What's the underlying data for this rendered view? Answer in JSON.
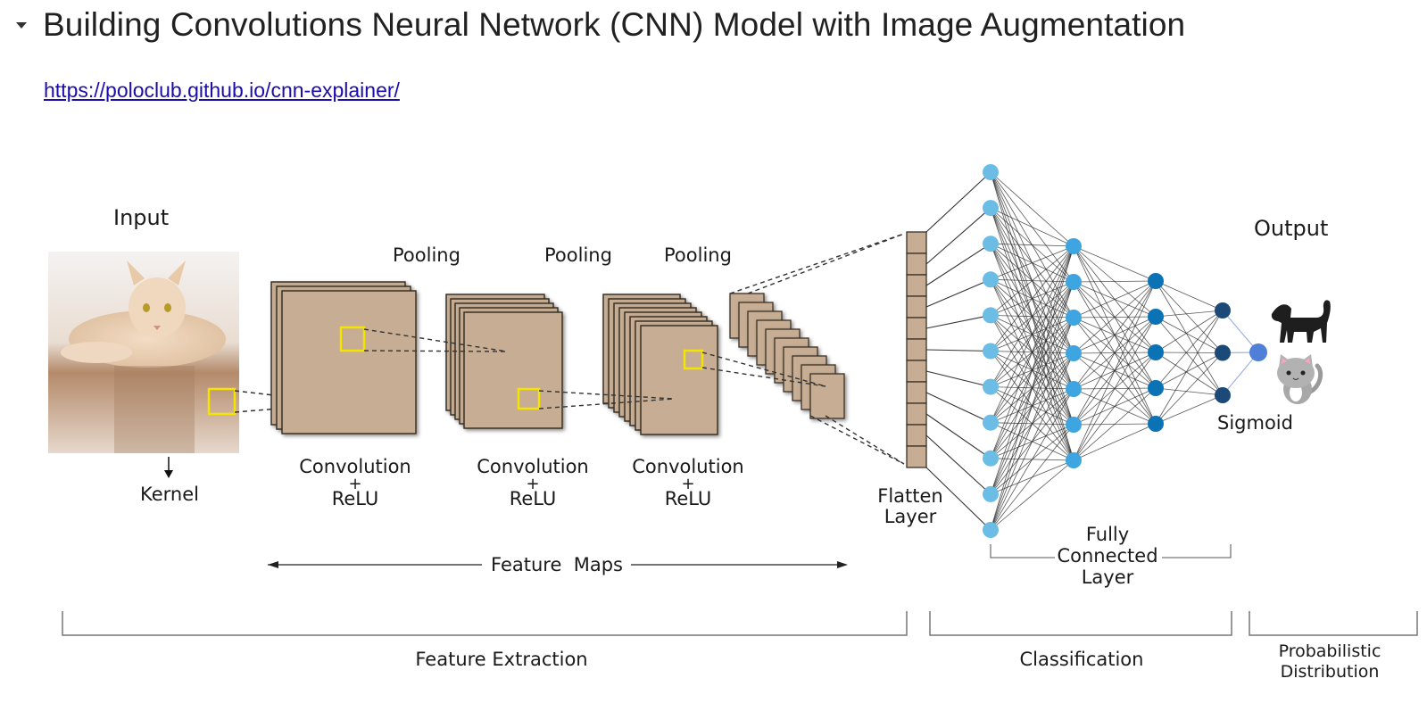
{
  "cell": {
    "collapse_icon": "caret-down-icon",
    "title": "Building Convolutions Neural Network (CNN) Model with Image Augmentation",
    "link_text": "https://poloclub.github.io/cnn-explainer/"
  },
  "diagram": {
    "input_label": "Input",
    "kernel_label": "Kernel",
    "input_image": "cat-photo",
    "pooling_labels": [
      "Pooling",
      "Pooling",
      "Pooling"
    ],
    "conv_blocks": [
      {
        "line1": "Convolution",
        "plus": "+",
        "line2": "ReLU"
      },
      {
        "line1": "Convolution",
        "plus": "+",
        "line2": "ReLU"
      },
      {
        "line1": "Convolution",
        "plus": "+",
        "line2": "ReLU"
      }
    ],
    "feature_maps_label": "Feature  Maps",
    "flatten_label_1": "Flatten",
    "flatten_label_2": "Layer",
    "fc_label_1": "Fully",
    "fc_label_2": "Connected",
    "fc_label_3": "Layer",
    "output_label": "Output",
    "sigmoid_label": "Sigmoid",
    "output_icons": [
      "dog-silhouette-icon",
      "kitten-icon"
    ],
    "sections": {
      "feature_extraction": "Feature Extraction",
      "classification": "Classification",
      "probabilistic_1": "Probabilistic",
      "probabilistic_2": "Distribution"
    },
    "network": {
      "flatten_cells": 11,
      "layers": [
        {
          "nodes": 11,
          "color": "#6bbde6"
        },
        {
          "nodes": 7,
          "color": "#3ea5e0"
        },
        {
          "nodes": 5,
          "color": "#0b72b5"
        },
        {
          "nodes": 3,
          "color": "#1b4a78"
        },
        {
          "nodes": 1,
          "color": "#4f7fd6"
        }
      ]
    },
    "colors": {
      "feature_map": "#c6ad93",
      "feature_map_edge": "#3b3026",
      "kernel_box": "#f5e400"
    }
  }
}
